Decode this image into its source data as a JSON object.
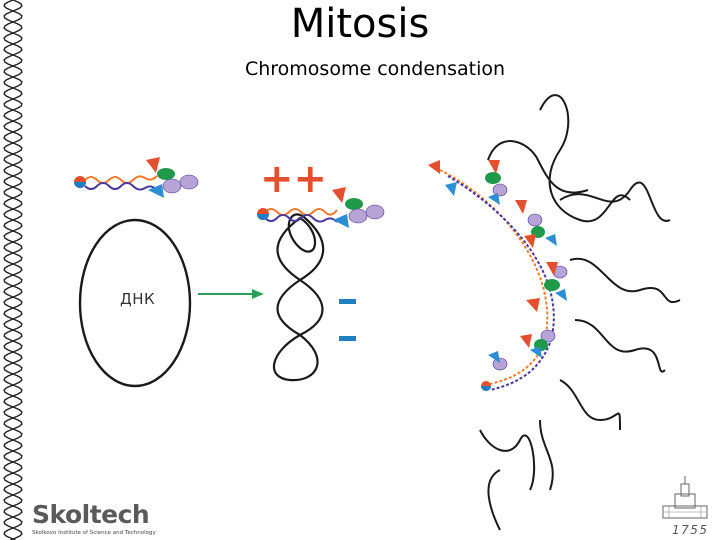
{
  "slide": {
    "title": "Mitosis",
    "subtitle": "Chromosome condensation"
  },
  "diagram": {
    "dna_label": "ДНК",
    "plus_signs": "++",
    "minus_sign": "-"
  },
  "logos": {
    "skoltech_wordmark": "Skoltech",
    "skoltech_tagline": "Skolkovo Institute of Science and Technology",
    "msu_year": "1755"
  },
  "colors": {
    "plus_red": "#e4502e",
    "minus_blue": "#1e7fc4",
    "arrow_green": "#2ca05a",
    "dna_strand": "#1a1a1a",
    "cohesin_orange": "#f07b2c",
    "cohesin_purple": "#4a3aa0",
    "subunit_red": "#e4502e",
    "subunit_green": "#1f9a4a",
    "subunit_blue": "#2a8fd4",
    "subunit_lavender": "#b7a3d6"
  },
  "icons": [
    "double-helix-border",
    "skoltech-logo",
    "msu-building-emblem"
  ]
}
